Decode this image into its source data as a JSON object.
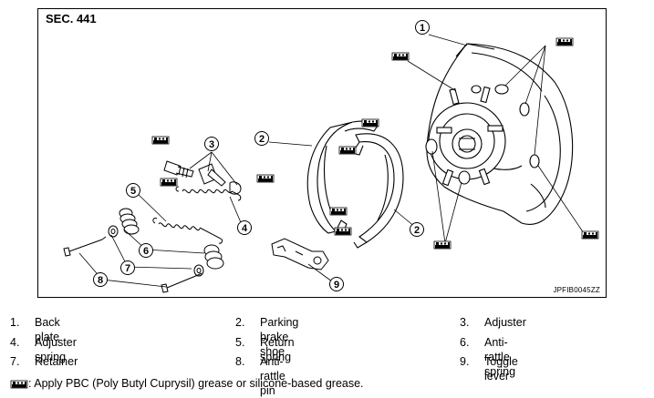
{
  "section_label": "SEC. 441",
  "figure_code": "JPFIB0045ZZ",
  "callouts": [
    "1",
    "2",
    "2",
    "3",
    "4",
    "5",
    "6",
    "7",
    "8",
    "9"
  ],
  "parts": [
    {
      "num": "1.",
      "name": "Back plate"
    },
    {
      "num": "2.",
      "name": "Parking brake shoe"
    },
    {
      "num": "3.",
      "name": "Adjuster"
    },
    {
      "num": "4.",
      "name": "Adjuster spring"
    },
    {
      "num": "5.",
      "name": "Return spring"
    },
    {
      "num": "6.",
      "name": "Anti-rattle spring"
    },
    {
      "num": "7.",
      "name": "Retainer"
    },
    {
      "num": "8.",
      "name": "Anti-rattle pin"
    },
    {
      "num": "9.",
      "name": "Toggle lever"
    }
  ],
  "note": {
    "icon": "grease-gun-icon",
    "text": ": Apply PBC (Poly Butyl Cuprysil) grease or silicone-based grease."
  }
}
